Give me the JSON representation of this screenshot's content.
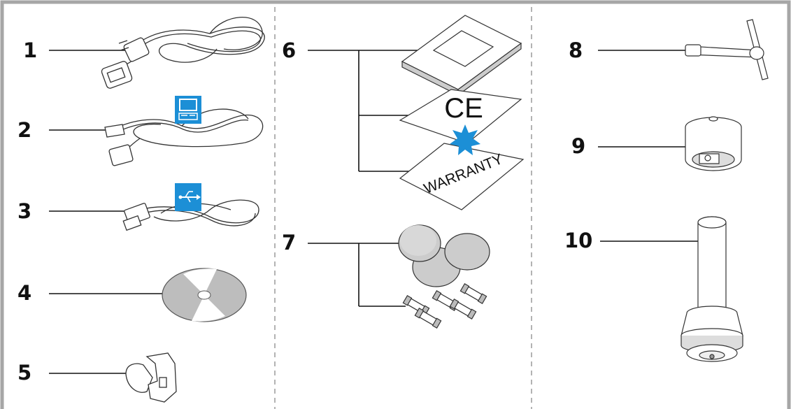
{
  "items": [
    {
      "number": "1",
      "icon": "mains-power-cable"
    },
    {
      "number": "2",
      "icon": "monitor-power-cable",
      "badge_icon": "computer-icon"
    },
    {
      "number": "3",
      "icon": "usb-cable",
      "badge_icon": "usb-icon"
    },
    {
      "number": "4",
      "icon": "cd-disc"
    },
    {
      "number": "5",
      "icon": "connector-adapter"
    },
    {
      "number": "6",
      "icon": "documentation-set",
      "sub_items": [
        "manual",
        "ce-declaration",
        "warranty-card"
      ]
    },
    {
      "number": "7",
      "icon": "spare-parts",
      "sub_items": [
        "rubber-feet",
        "fuses"
      ]
    },
    {
      "number": "8",
      "icon": "t-handle-key"
    },
    {
      "number": "9",
      "icon": "cylindrical-adapter"
    },
    {
      "number": "10",
      "icon": "insertion-tool"
    }
  ],
  "warranty_text": "WARRANTY",
  "ce_mark": "CE",
  "colors": {
    "badge_blue": "#1c8fd6",
    "line": "#111111",
    "frame": "#a6a6a6",
    "divider": "#9a9a9a"
  }
}
